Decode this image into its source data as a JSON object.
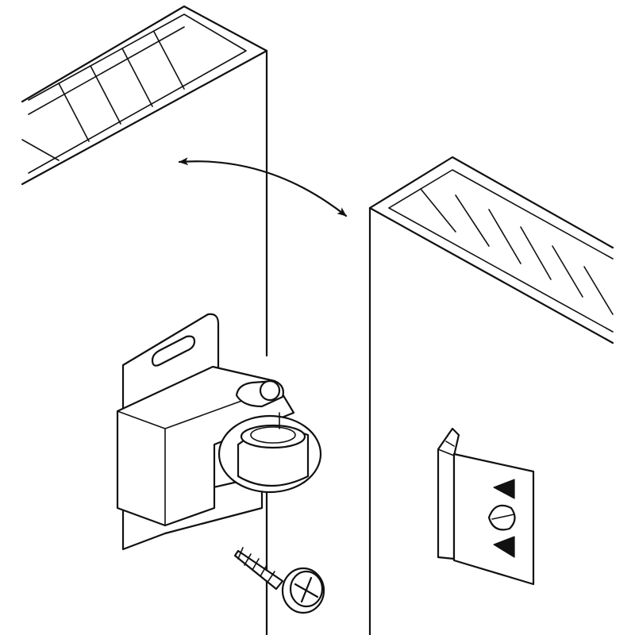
{
  "figure": {
    "kind": "technical line drawing",
    "parts": [
      {
        "id": "cabinet-left",
        "icon": "cabinet-panel-icon"
      },
      {
        "id": "cabinet-right",
        "icon": "cabinet-panel-icon"
      },
      {
        "id": "swing-arrow",
        "icon": "curved-double-arrow-icon"
      },
      {
        "id": "roller-catch",
        "icon": "roller-catch-icon"
      },
      {
        "id": "strike-plate",
        "icon": "strike-plate-icon"
      },
      {
        "id": "screw",
        "icon": "phillips-screw-icon"
      }
    ],
    "colors": {
      "line": "#111111",
      "background": "#ffffff"
    }
  }
}
